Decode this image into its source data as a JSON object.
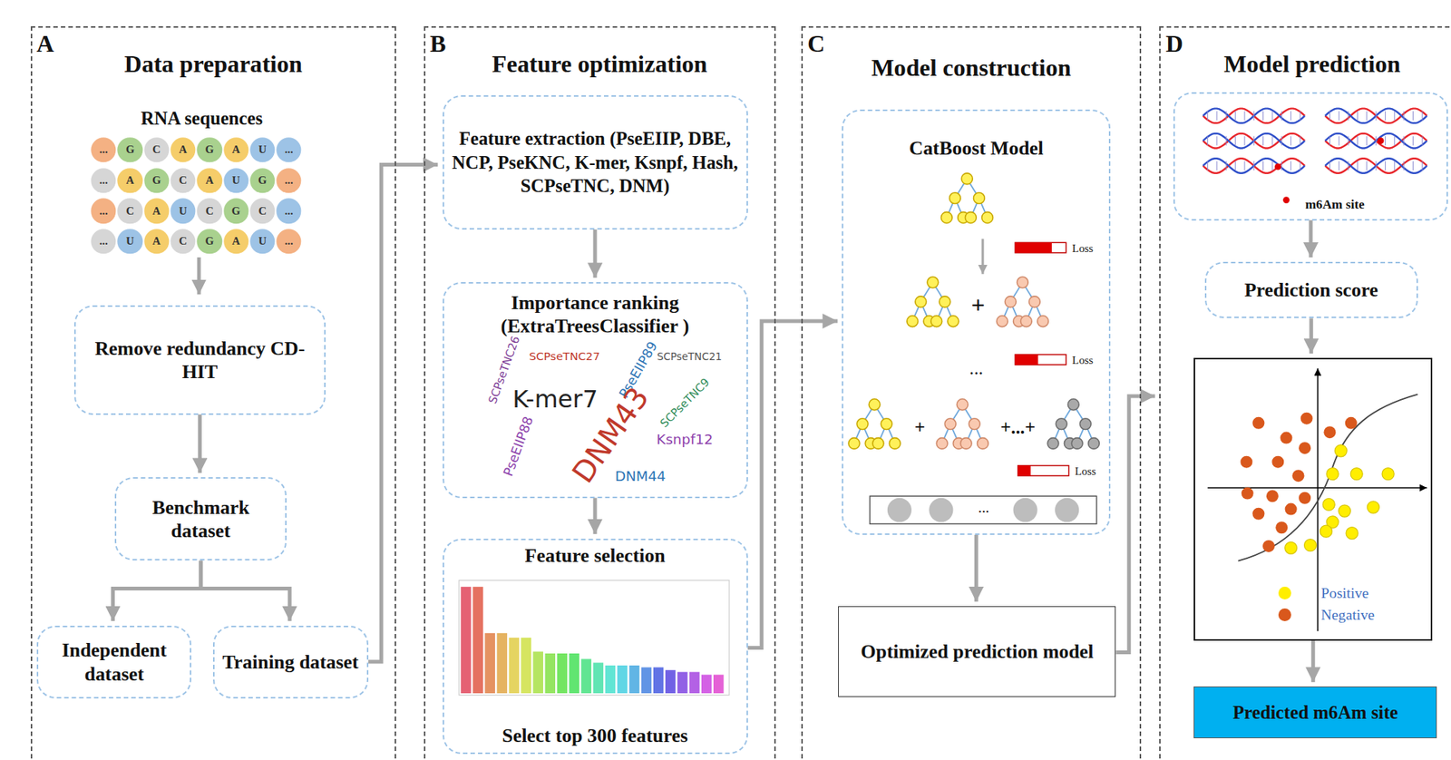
{
  "diagram": {
    "nodes": [
      {
        "text": [
          "A",
          "Data preparation"
        ]
      },
      {
        "text": [
          "Remove redundancy CD-HIT"
        ],
        "in": 0
      },
      {
        "text": [
          "Benchmark dataset"
        ],
        "in": 0
      },
      {
        "text": [
          "Independent dataset"
        ],
        "in": 0
      },
      {
        "text": [
          "Training dataset"
        ],
        "in": 0
      },
      {
        "text": [
          "B",
          "Feature optimization"
        ]
      },
      {
        "text": [
          "Feature extraction (PseEIIP, DBE, NCP, PseKNC, K-mer, Ksnpf, Hash, SCPseTNC, DNM)"
        ],
        "in": 5
      },
      {
        "text": [
          "Importance ranking (ExtraTreesClassifier )"
        ],
        "in": 5
      },
      {
        "text": [
          "Feature selection",
          "Select top 300 features"
        ],
        "in": 5
      },
      {
        "text": [
          "C",
          "Model construction"
        ]
      },
      {
        "text": [
          "CatBoost Model"
        ],
        "in": 9
      },
      {
        "text": [
          "Optimized prediction model"
        ],
        "in": 9
      },
      {
        "text": [
          "D",
          "Model prediction"
        ]
      },
      {
        "text": [
          "m6Am site"
        ],
        "in": 12
      },
      {
        "text": [
          "Prediction score"
        ],
        "in": 12
      },
      {
        "text": [],
        "in": 12
      },
      {
        "text": [
          "Predicted m6Am site"
        ],
        "in": 12
      }
    ],
    "edges": [
      {
        "from": 1,
        "to": 2,
        "arrow": "to"
      },
      {
        "from": 2,
        "to": 3,
        "arrow": "to"
      },
      {
        "from": 2,
        "to": 4,
        "arrow": "to"
      },
      {
        "from": 4,
        "to": 6,
        "arrow": "to"
      },
      {
        "from": 6,
        "to": 7,
        "arrow": "to"
      },
      {
        "from": 7,
        "to": 8,
        "arrow": "to"
      },
      {
        "from": 8,
        "to": 10,
        "arrow": "to"
      },
      {
        "from": 10,
        "to": 11,
        "arrow": "to"
      },
      {
        "from": 11,
        "to": 12,
        "arrow": "to"
      },
      {
        "from": 13,
        "to": 14,
        "arrow": "to"
      },
      {
        "from": 14,
        "to": 15,
        "arrow": "to"
      },
      {
        "from": 15,
        "to": 16,
        "arrow": "to"
      }
    ],
    "labels": [
      "RNA sequences",
      "...",
      "G",
      "C",
      "A",
      "G",
      "A",
      "U",
      "...",
      "...",
      "A",
      "G",
      "C",
      "A",
      "U",
      "G",
      "...",
      "...",
      "C",
      "A",
      "U",
      "C",
      "G",
      "C",
      "...",
      "...",
      "U",
      "A",
      "C",
      "G",
      "A",
      "U",
      "...",
      "SCPseTNC26",
      "SCPseTNC27",
      "PseEIIP89",
      "K-mer7",
      "DNM43",
      "Ksnpf12",
      "PseEIIP88",
      "DNM44",
      "SCPseTNC9",
      "SCPseTNC21",
      "Loss",
      "Loss",
      "Loss",
      "+",
      "...",
      "+",
      "+...+",
      "..."
    ],
    "legend": [
      {
        "text": "Positive",
        "color": "#ffee00"
      },
      {
        "text": "Negative",
        "color": "#d9581c"
      }
    ]
  }
}
